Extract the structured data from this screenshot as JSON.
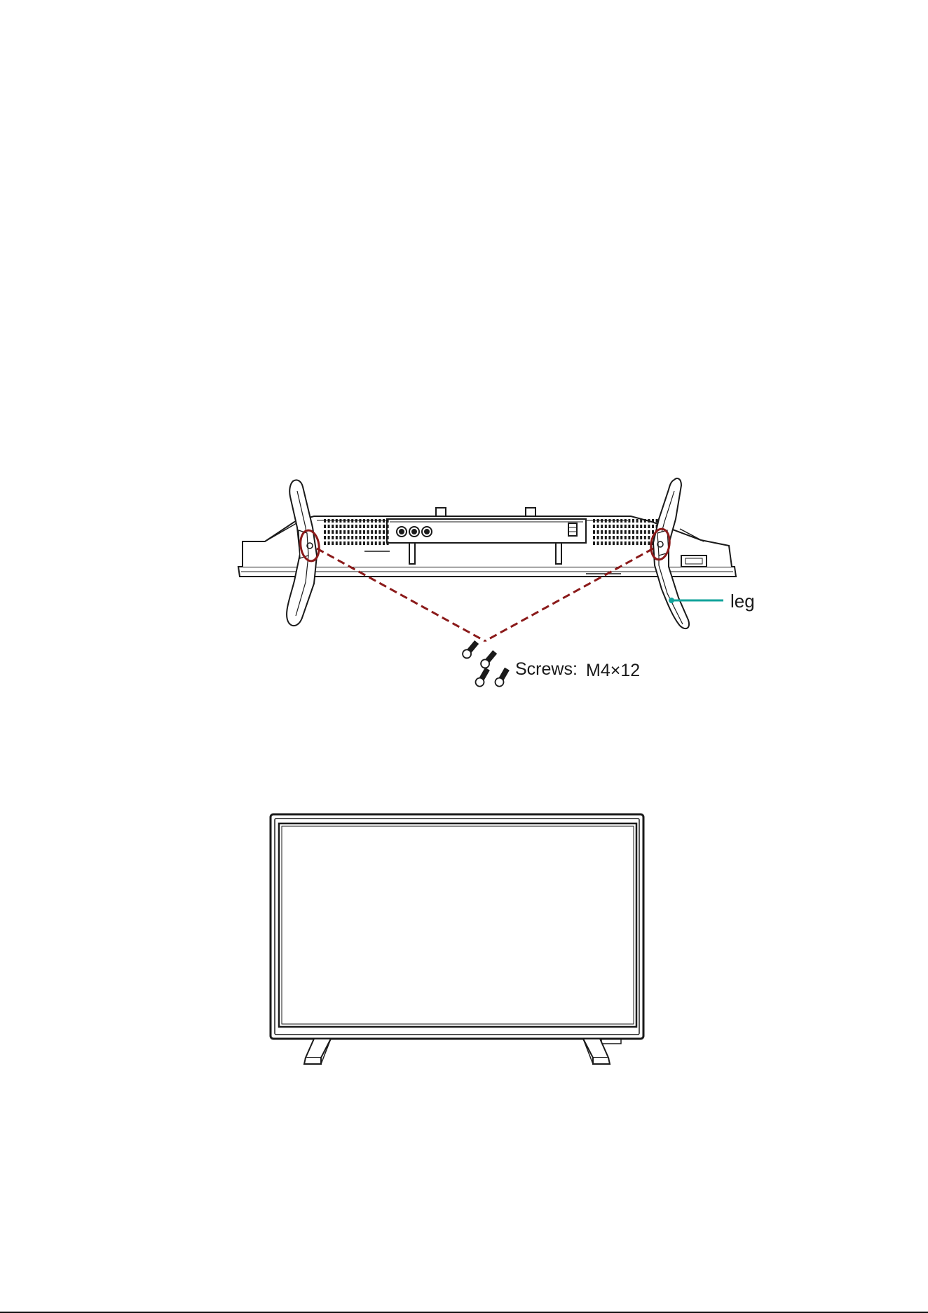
{
  "diagram": {
    "leg_label": "leg",
    "screws_label": "Screws:",
    "screws_spec": "M4×12",
    "colors": {
      "line": "#1a1a1a",
      "highlight": "#8b1a1a",
      "leader": "#11a39b"
    }
  }
}
